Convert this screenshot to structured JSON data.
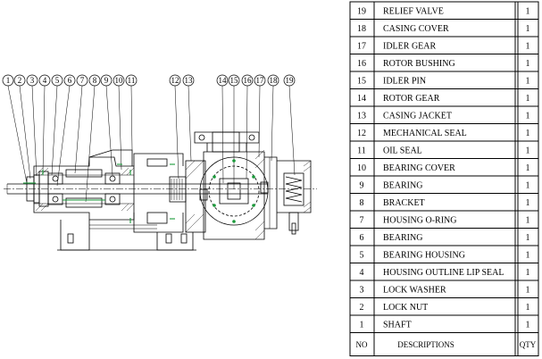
{
  "callouts": [
    "1",
    "2",
    "3",
    "4",
    "5",
    "6",
    "7",
    "8",
    "9",
    "10",
    "11",
    "12",
    "13",
    "14",
    "15",
    "16",
    "17",
    "18",
    "19"
  ],
  "table": {
    "header": {
      "no": "NO",
      "descriptions": "DESCRIPTIONS",
      "qty": "QTY"
    },
    "rows": [
      {
        "no": "19",
        "description": "RELIEF VALVE",
        "qty": "1"
      },
      {
        "no": "18",
        "description": "CASING COVER",
        "qty": "1"
      },
      {
        "no": "17",
        "description": "IDLER GEAR",
        "qty": "1"
      },
      {
        "no": "16",
        "description": "ROTOR BUSHING",
        "qty": "1"
      },
      {
        "no": "15",
        "description": "IDLER PIN",
        "qty": "1"
      },
      {
        "no": "14",
        "description": "ROTOR GEAR",
        "qty": "1"
      },
      {
        "no": "13",
        "description": "CASING JACKET",
        "qty": "1"
      },
      {
        "no": "12",
        "description": "MECHANICAL SEAL",
        "qty": "1"
      },
      {
        "no": "11",
        "description": "OIL SEAL",
        "qty": "1"
      },
      {
        "no": "10",
        "description": "BEARING COVER",
        "qty": "1"
      },
      {
        "no": "9",
        "description": "BEARING",
        "qty": "1"
      },
      {
        "no": "8",
        "description": "BRACKET",
        "qty": "1"
      },
      {
        "no": "7",
        "description": "HOUSING O-RING",
        "qty": "1"
      },
      {
        "no": "6",
        "description": "BEARING",
        "qty": "1"
      },
      {
        "no": "5",
        "description": "BEARING HOUSING",
        "qty": "1"
      },
      {
        "no": "4",
        "description": "HOUSING OUTLINE LIP SEAL",
        "qty": "1"
      },
      {
        "no": "3",
        "description": "LOCK WASHER",
        "qty": "1"
      },
      {
        "no": "2",
        "description": "LOCK NUT",
        "qty": "1"
      },
      {
        "no": "1",
        "description": "SHAFT",
        "qty": "1"
      }
    ]
  }
}
